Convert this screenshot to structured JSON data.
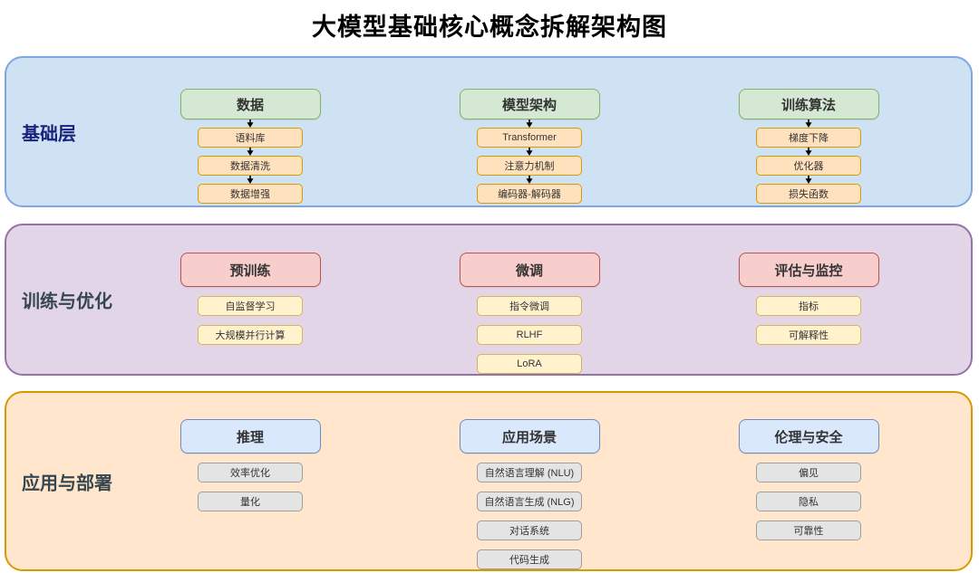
{
  "title": "大模型基础核心概念拆解架构图",
  "bands": [
    {
      "label": "基础层",
      "has_arrows": true,
      "colors": {
        "band_bg": "#cfe2f3",
        "band_border": "#7ea6e0",
        "label_color": "#1a237e",
        "header_bg": "#d5e8d4",
        "header_border": "#82b366",
        "child_bg": "#ffe1bd",
        "child_border": "#d79b00"
      },
      "columns": [
        {
          "header": "数据",
          "children": [
            "语料库",
            "数据清洗",
            "数据增强"
          ]
        },
        {
          "header": "模型架构",
          "children": [
            "Transformer",
            "注意力机制",
            "编码器-解码器"
          ]
        },
        {
          "header": "训练算法",
          "children": [
            "梯度下降",
            "优化器",
            "损失函数"
          ]
        }
      ]
    },
    {
      "label": "训练与优化",
      "has_arrows": false,
      "colors": {
        "band_bg": "#e1d5e7",
        "band_border": "#9673a6",
        "label_color": "#37474f",
        "header_bg": "#f8cecc",
        "header_border": "#b85450",
        "child_bg": "#fff2cc",
        "child_border": "#d6b656"
      },
      "columns": [
        {
          "header": "预训练",
          "children": [
            "自监督学习",
            "大规模并行计算"
          ]
        },
        {
          "header": "微调",
          "children": [
            "指令微调",
            "RLHF",
            "LoRA"
          ]
        },
        {
          "header": "评估与监控",
          "children": [
            "指标",
            "可解释性"
          ]
        }
      ]
    },
    {
      "label": "应用与部署",
      "has_arrows": false,
      "colors": {
        "band_bg": "#ffe6cc",
        "band_border": "#d79b00",
        "label_color": "#37474f",
        "header_bg": "#dae8fc",
        "header_border": "#6c8ebf",
        "child_bg": "#e4e4e4",
        "child_border": "#9e9e9e"
      },
      "columns": [
        {
          "header": "推理",
          "children": [
            "效率优化",
            "量化"
          ]
        },
        {
          "header": "应用场景",
          "children": [
            "自然语言理解 (NLU)",
            "自然语言生成 (NLG)",
            "对话系统",
            "代码生成"
          ]
        },
        {
          "header": "伦理与安全",
          "children": [
            "偏见",
            "隐私",
            "可靠性"
          ]
        }
      ]
    }
  ]
}
